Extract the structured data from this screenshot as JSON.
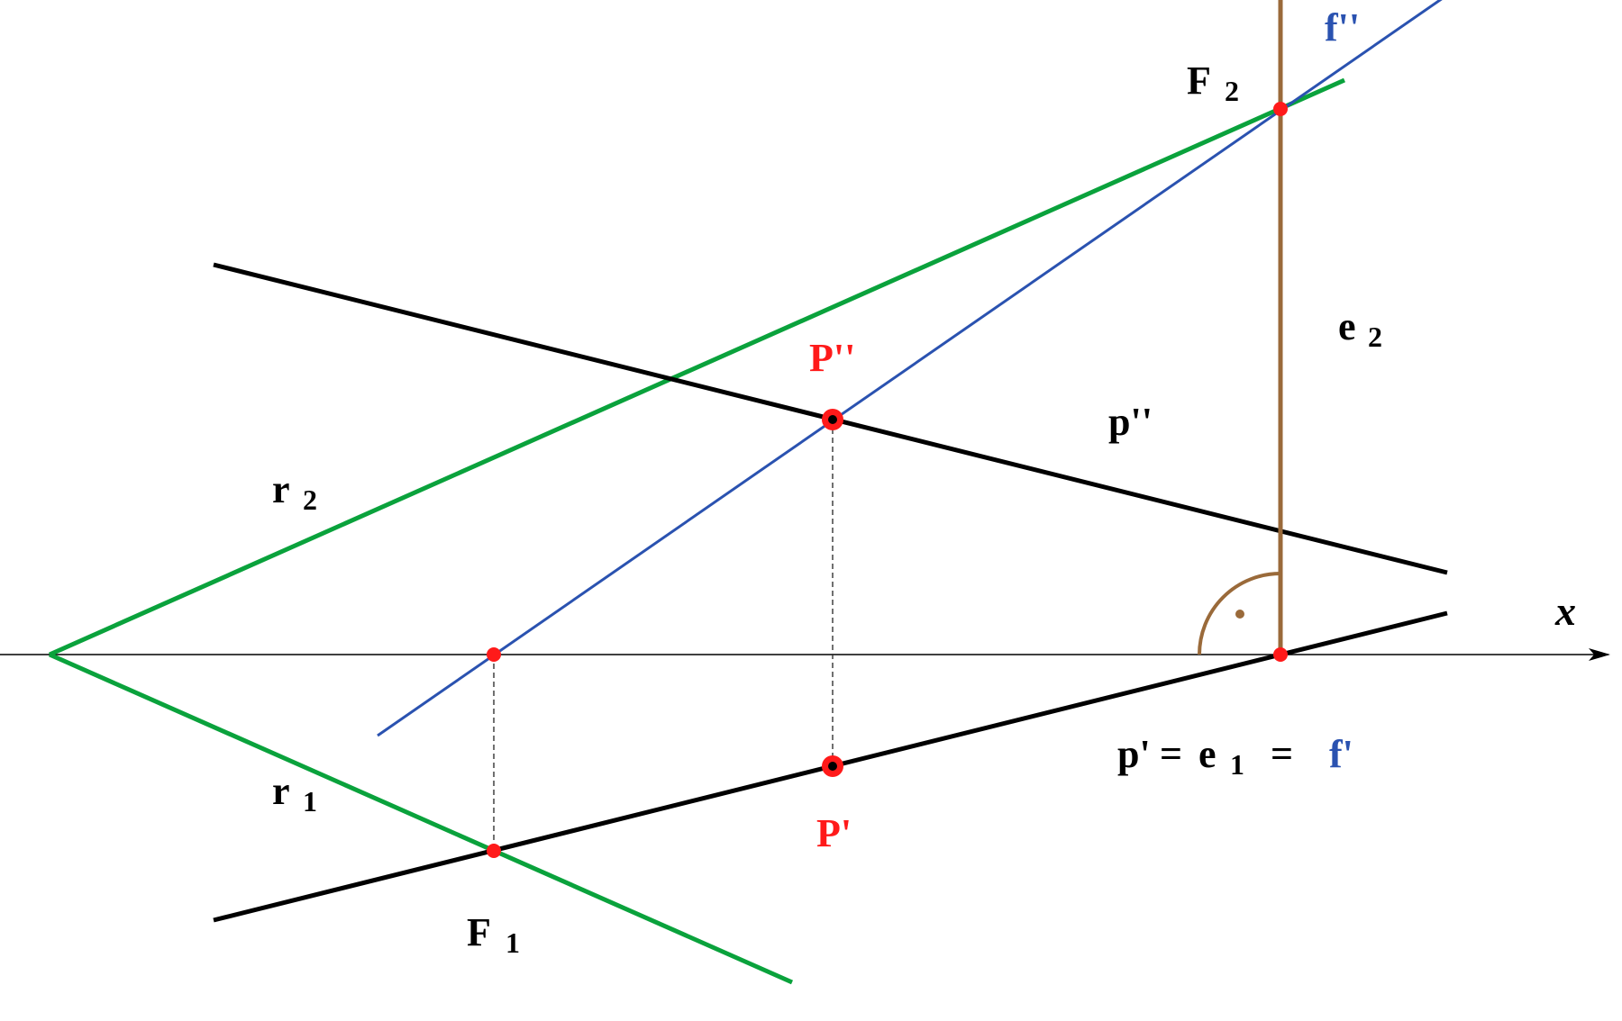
{
  "colors": {
    "black": "#000000",
    "green": "#0aa23c",
    "blue": "#2a52b0",
    "brown": "#9a6a3a",
    "red": "#ff1a1a",
    "dashed": "#333333"
  },
  "labels": {
    "f2_main": "f''",
    "F2_main": "F",
    "F2_sub": "2",
    "e2_main": "e",
    "e2_sub": "2",
    "P2": "P''",
    "p2": "p''",
    "r2_main": "r",
    "r2_sub": "2",
    "x_axis": "x",
    "bottom_p": "p'",
    "bottom_eq1": "=",
    "bottom_e_main": "e",
    "bottom_e_sub": "1",
    "bottom_eq2": "=",
    "bottom_f": "f'",
    "r1_main": "r",
    "r1_sub": "1",
    "P1": "P'",
    "F1_main": "F",
    "F1_sub": "1"
  }
}
